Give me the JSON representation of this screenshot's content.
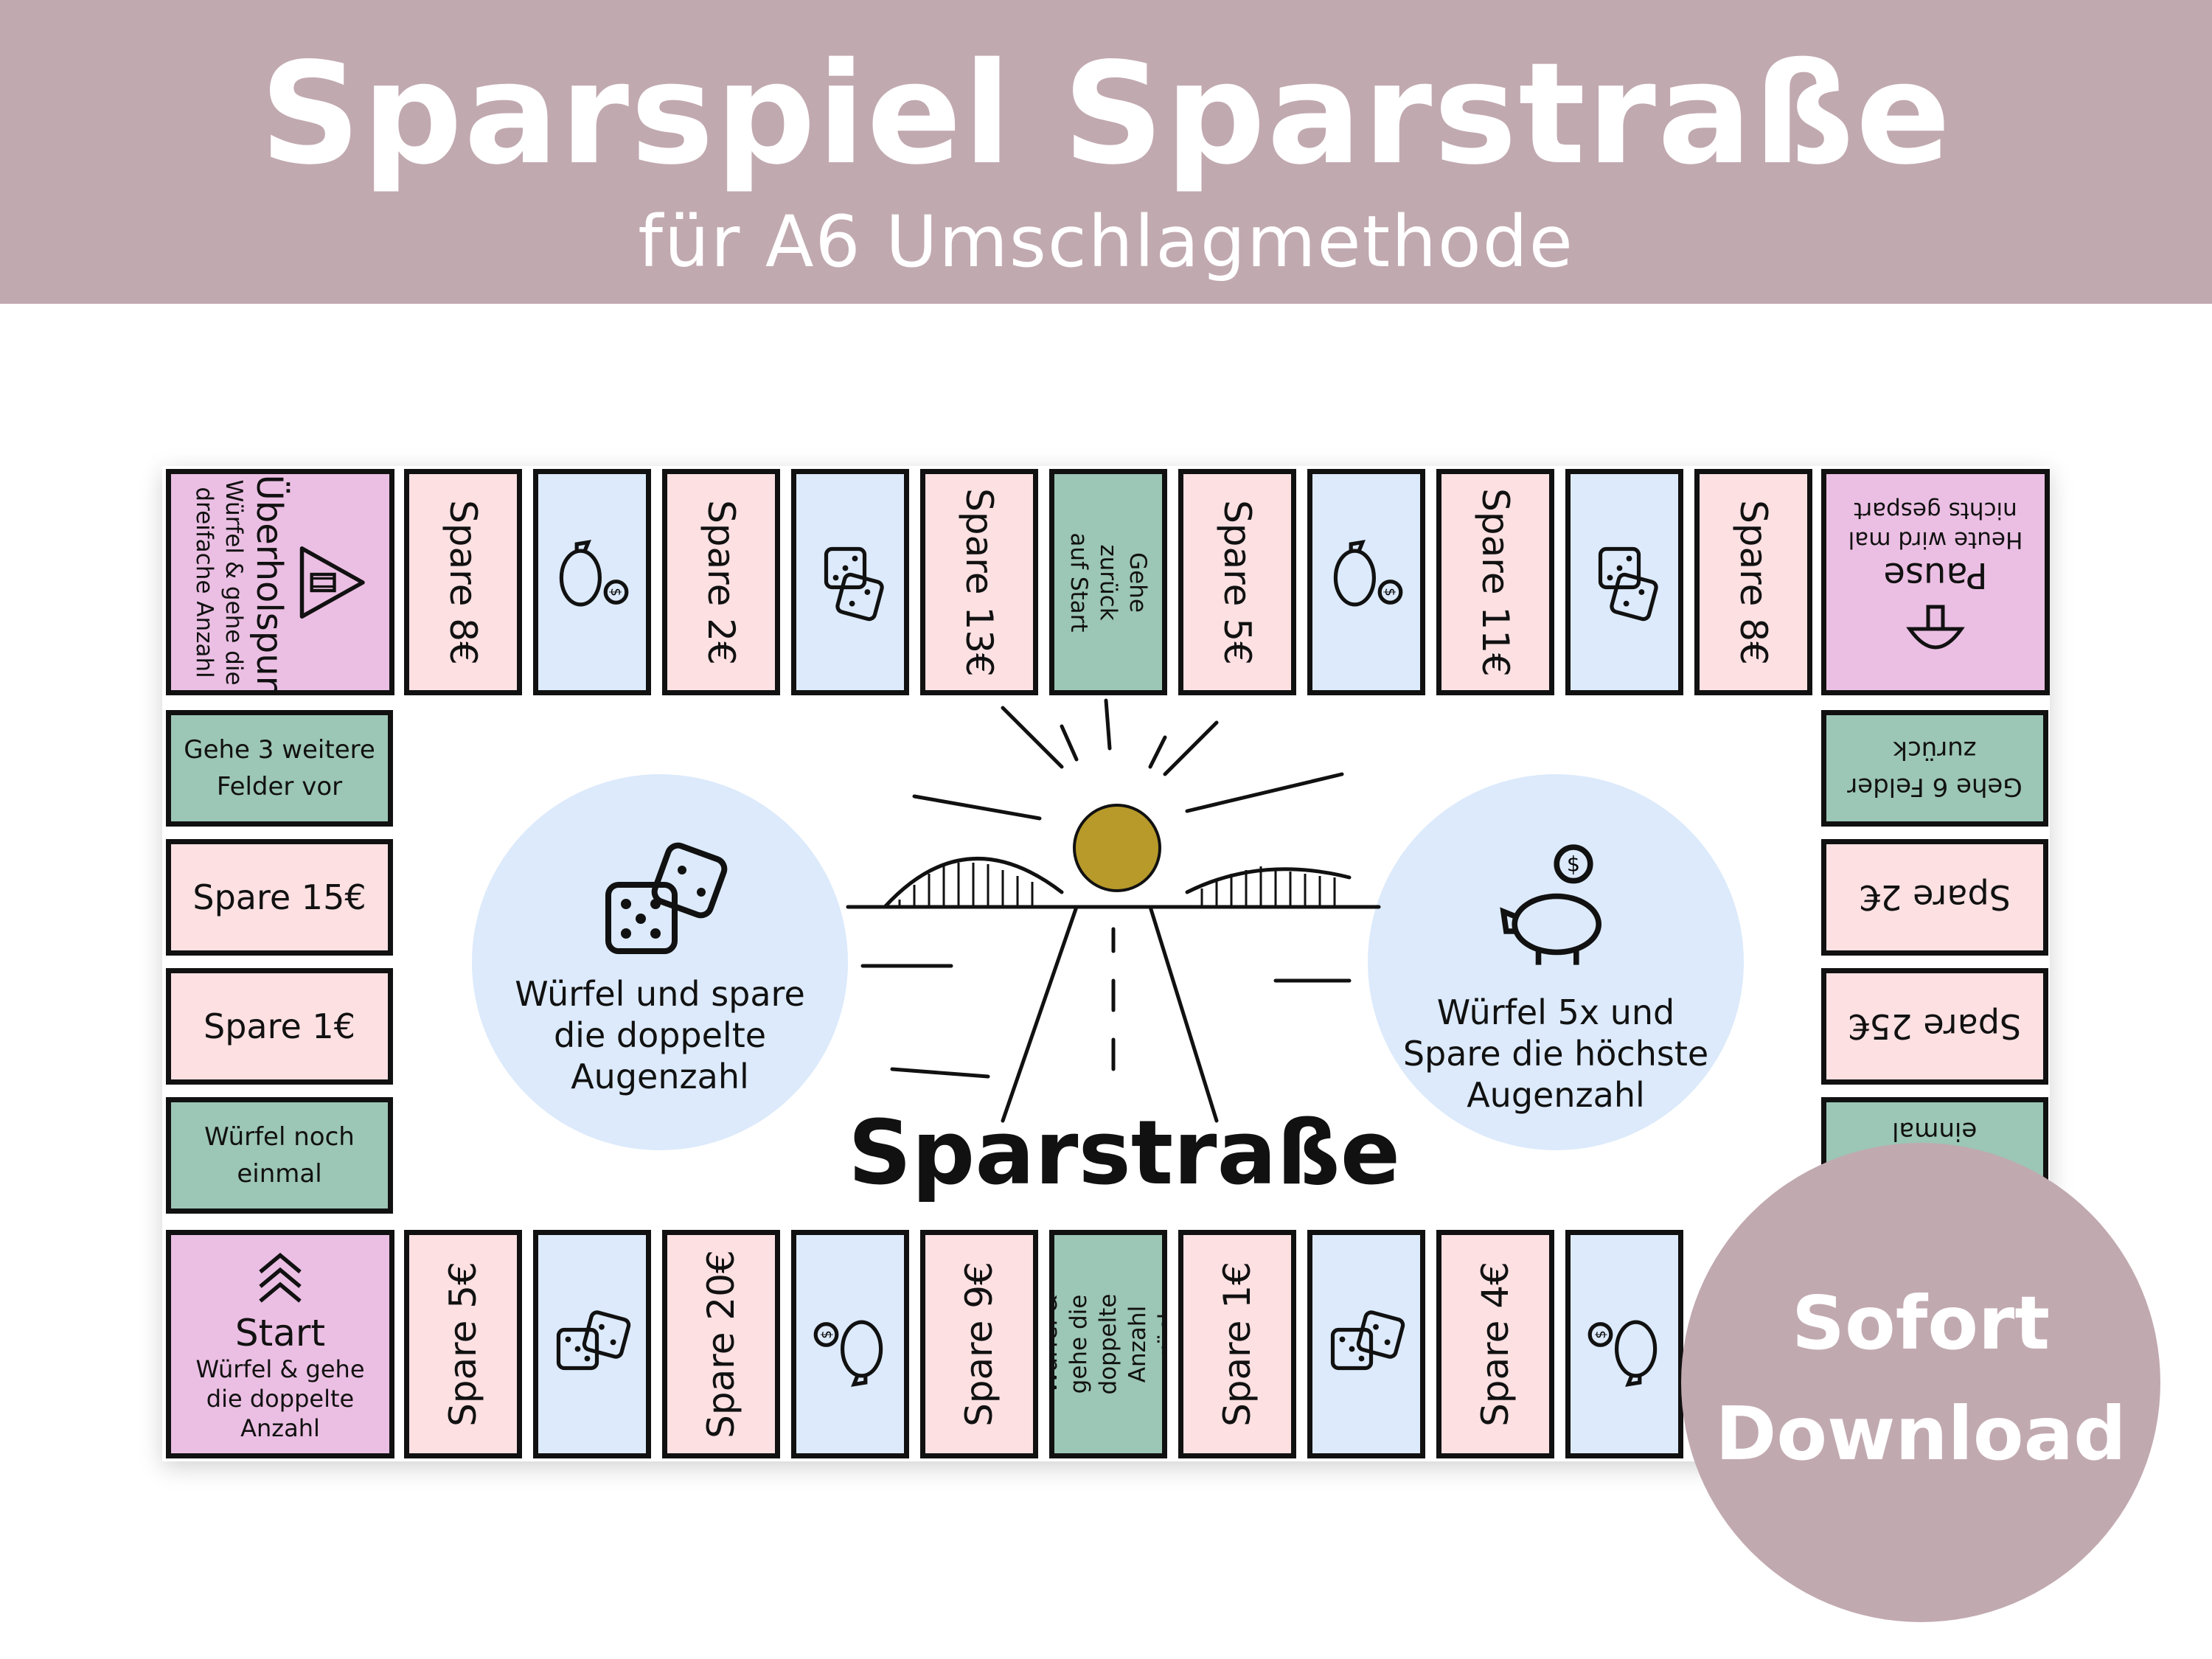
{
  "header": {
    "title": "Sparspiel Sparstraße",
    "subtitle": "für A6 Umschlagmethode"
  },
  "top_row": [
    {
      "type": "lilac",
      "title": "Überholspur",
      "text": "Würfel & gehe die dreifache Anzahl",
      "icon": "warning-triangle-icon"
    },
    {
      "type": "pink",
      "label": "Spare 8€"
    },
    {
      "type": "blue",
      "icon": "piggy-bank-icon"
    },
    {
      "type": "pink",
      "label": "Spare 2€"
    },
    {
      "type": "blue",
      "icon": "dice-icon"
    },
    {
      "type": "pink",
      "label": "Spare 13€"
    },
    {
      "type": "green",
      "label": "Gehe zurück auf Start"
    },
    {
      "type": "pink",
      "label": "Spare 5€"
    },
    {
      "type": "blue",
      "icon": "piggy-bank-icon"
    },
    {
      "type": "pink",
      "label": "Spare 11€"
    },
    {
      "type": "blue",
      "icon": "dice-icon"
    },
    {
      "type": "pink",
      "label": "Spare 8€"
    },
    {
      "type": "lilac",
      "title": "Pause",
      "text": "Heute wird mal nichts gespart",
      "icon": "mushroom-icon"
    }
  ],
  "left_column": [
    {
      "type": "green",
      "label": "Gehe 3 weitere Felder vor"
    },
    {
      "type": "pink",
      "label": "Spare 15€"
    },
    {
      "type": "pink",
      "label": "Spare 1€"
    },
    {
      "type": "green",
      "label": "Würfel noch einmal"
    }
  ],
  "right_column": [
    {
      "type": "green",
      "label": "Gehe 6 Felder zurück"
    },
    {
      "type": "pink",
      "label": "Spare 2€"
    },
    {
      "type": "pink",
      "label": "Spare 25€"
    },
    {
      "type": "green",
      "label": "einmal"
    }
  ],
  "bottom_row": [
    {
      "type": "lilac",
      "title": "Start",
      "text": "Würfel & gehe die doppelte Anzahl",
      "icon": "chevrons-up-icon"
    },
    {
      "type": "pink",
      "label": "Spare 5€"
    },
    {
      "type": "blue",
      "icon": "dice-icon"
    },
    {
      "type": "pink",
      "label": "Spare 20€"
    },
    {
      "type": "blue",
      "icon": "piggy-bank-icon"
    },
    {
      "type": "pink",
      "label": "Spare 9€"
    },
    {
      "type": "green",
      "label": "Würfel & gehe die doppelte Anzahl zurück"
    },
    {
      "type": "pink",
      "label": "Spare 1€"
    },
    {
      "type": "blue",
      "icon": "dice-icon"
    },
    {
      "type": "pink",
      "label": "Spare 4€"
    },
    {
      "type": "blue",
      "icon": "piggy-bank-icon"
    }
  ],
  "center": {
    "left_circle": "Würfel und spare die doppelte Augenzahl",
    "right_circle": "Würfel 5x und Spare die höchste Augenzahl",
    "road_title": "Sparstraße"
  },
  "badge": {
    "line1": "Sofort",
    "line2": "Download"
  },
  "colors": {
    "banner": "#c1a9b0",
    "pink": "#fce0e2",
    "blue": "#dceafb",
    "green": "#9cc6b5",
    "lilac": "#ebbfe3",
    "sun": "#b79a2a"
  }
}
